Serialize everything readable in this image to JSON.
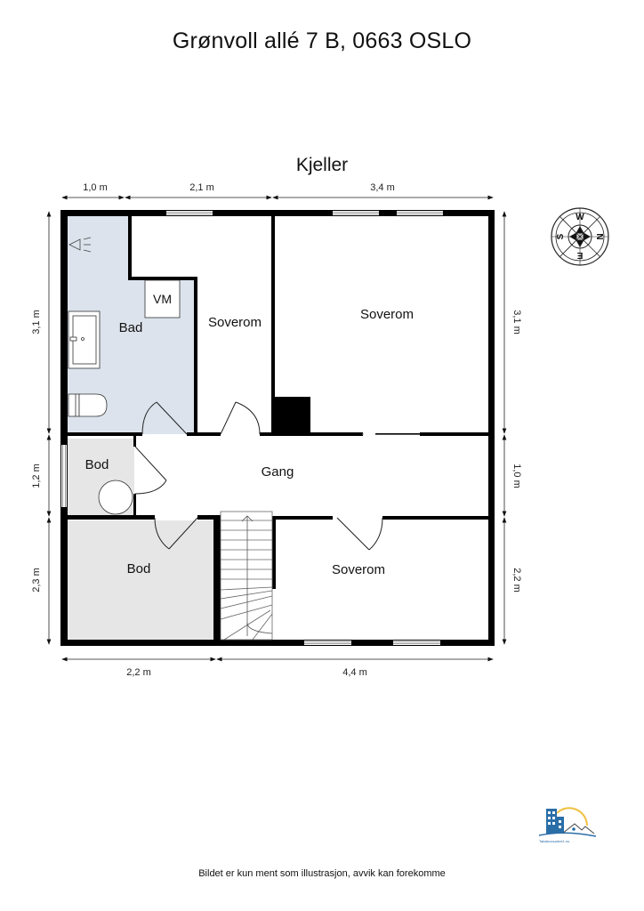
{
  "header": {
    "address": "Grønvoll allé 7 B, 0663 OSLO",
    "floor_name": "Kjeller"
  },
  "dimensions": {
    "top": [
      "1,0 m",
      "2,1 m",
      "3,4 m"
    ],
    "bottom": [
      "2,2 m",
      "4,4 m"
    ],
    "left": [
      "3,1 m",
      "1,2 m",
      "2,3 m"
    ],
    "right": [
      "3,1 m",
      "1,0 m",
      "2,2 m"
    ]
  },
  "rooms": [
    {
      "name": "Bad",
      "fill": "#dce3ec"
    },
    {
      "name": "Soverom",
      "fill": "#ffffff"
    },
    {
      "name": "Soverom",
      "fill": "#ffffff"
    },
    {
      "name": "Bod",
      "fill": "#e6e6e6"
    },
    {
      "name": "Gang",
      "fill": "#ffffff"
    },
    {
      "name": "Bod",
      "fill": "#e6e6e6"
    },
    {
      "name": "Soverom",
      "fill": "#ffffff"
    }
  ],
  "fixtures": {
    "washing_machine": "VM"
  },
  "compass": {
    "labels": [
      "W",
      "N",
      "E",
      "S"
    ]
  },
  "logo": {
    "text": "Takstkonsulent1.no"
  },
  "footer": {
    "disclaimer": "Bildet er kun ment som illustrasjon, avvik kan forekomme"
  },
  "colors": {
    "wall": "#000000",
    "bath_fill": "#dce3ec",
    "storage_fill": "#e6e6e6",
    "logo_blue": "#2a6ea8",
    "logo_sun": "#f0c040"
  }
}
